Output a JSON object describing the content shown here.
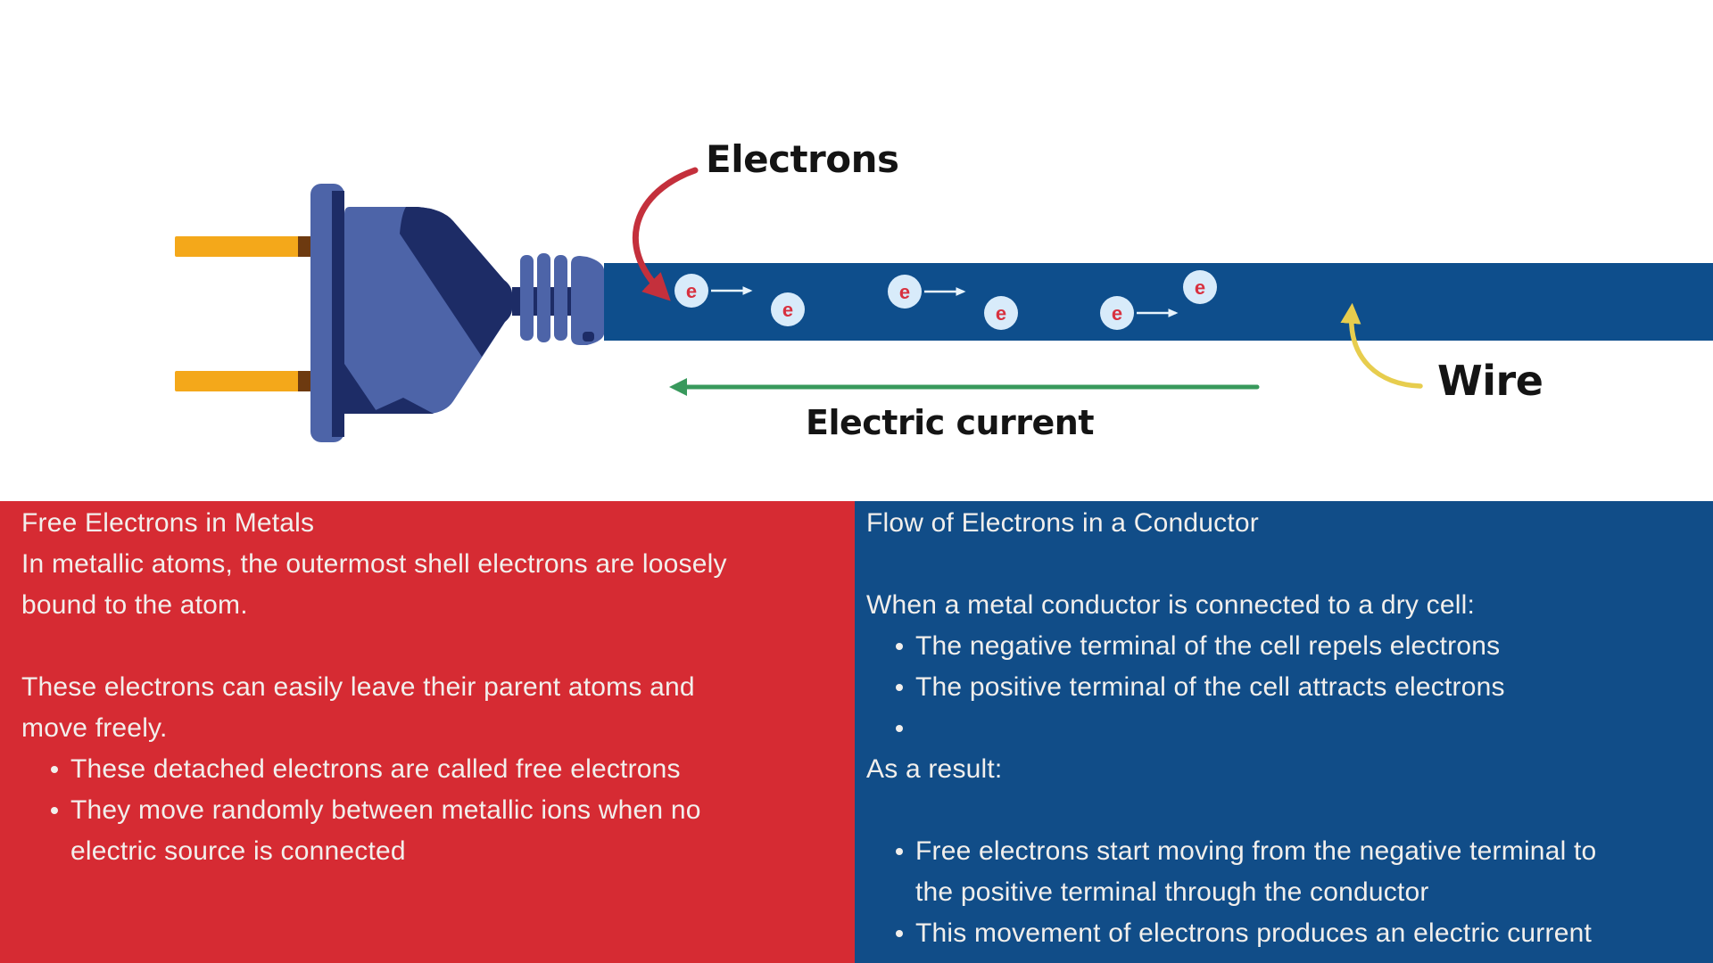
{
  "diagram": {
    "labels": {
      "electrons": "Electrons",
      "electric_current": "Electric current",
      "wire": "Wire"
    },
    "electron_symbol": "e",
    "colors": {
      "wire": "#0e4e8c",
      "plug_body": "#4d64a8",
      "plug_shadow": "#1d2c66",
      "prong": "#f4a81a",
      "prong_tip": "#6d3a10",
      "electron_fill": "#d8ebfa",
      "electron_text": "#d8313f",
      "arrow_red": "#c4303c",
      "arrow_green": "#38995c",
      "arrow_yellow": "#e7cd4e",
      "electron_motion_arrow": "#e8f4fd"
    }
  },
  "panels": {
    "left": {
      "bg": "#d62b33",
      "lines": [
        {
          "text": "Free Electrons in Metals"
        },
        {
          "text": "In metallic atoms, the outermost shell electrons are loosely"
        },
        {
          "text": "bound to the atom."
        },
        {
          "text": ""
        },
        {
          "text": "These electrons can easily leave their parent atoms and"
        },
        {
          "text": "move freely."
        },
        {
          "text": "These detached electrons are called free electrons"
        },
        {
          "text": "They move randomly between metallic ions when no"
        },
        {
          "text": "electric source is connected"
        }
      ]
    },
    "right": {
      "bg": "#114d88",
      "lines": [
        {
          "text": "Flow of Electrons in a Conductor"
        },
        {
          "text": ""
        },
        {
          "text": "When a metal conductor is connected to a dry cell:"
        },
        {
          "text": "The negative terminal of the cell repels electrons"
        },
        {
          "text": "The positive terminal of the cell attracts electrons"
        },
        {
          "text": ""
        },
        {
          "text": "As a result:"
        },
        {
          "text": ""
        },
        {
          "text": "Free electrons start moving from the negative terminal to"
        },
        {
          "text": "the positive terminal through the conductor"
        },
        {
          "text": "This movement of electrons produces an electric current"
        }
      ]
    }
  }
}
